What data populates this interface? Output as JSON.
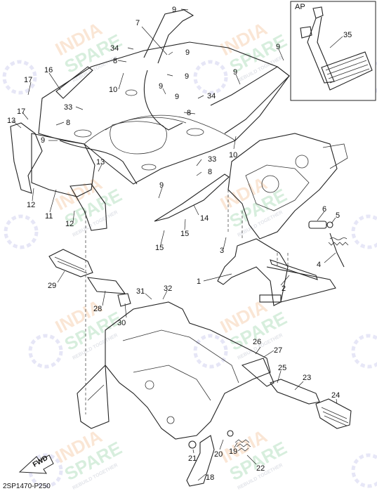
{
  "diagram": {
    "code": "2SP1470-P250",
    "inset_label": "AP",
    "fwd_label": "FWD",
    "watermark": {
      "line1": "INDIA",
      "line2": "SPARE",
      "tagline": "REBUILD TOGETHER"
    }
  },
  "callouts": [
    {
      "id": "c9a",
      "text": "9"
    },
    {
      "id": "c7",
      "text": "7"
    },
    {
      "id": "c34a",
      "text": "34"
    },
    {
      "id": "c9b",
      "text": "9"
    },
    {
      "id": "c8a",
      "text": "8"
    },
    {
      "id": "c9c",
      "text": "9"
    },
    {
      "id": "c16",
      "text": "16"
    },
    {
      "id": "c17a",
      "text": "17"
    },
    {
      "id": "c10a",
      "text": "10"
    },
    {
      "id": "c9d",
      "text": "9"
    },
    {
      "id": "c9e",
      "text": "9"
    },
    {
      "id": "c33a",
      "text": "33"
    },
    {
      "id": "c17b",
      "text": "17"
    },
    {
      "id": "c13a",
      "text": "13"
    },
    {
      "id": "c8b",
      "text": "8"
    },
    {
      "id": "c9f",
      "text": "9"
    },
    {
      "id": "c9g",
      "text": "9"
    },
    {
      "id": "c34b",
      "text": "34"
    },
    {
      "id": "c8c",
      "text": "8"
    },
    {
      "id": "c9h",
      "text": "9"
    },
    {
      "id": "c9i",
      "text": "9"
    },
    {
      "id": "c10b",
      "text": "10"
    },
    {
      "id": "c33b",
      "text": "33"
    },
    {
      "id": "c8d",
      "text": "8"
    },
    {
      "id": "c13b",
      "text": "13"
    },
    {
      "id": "c9j",
      "text": "9"
    },
    {
      "id": "c12a",
      "text": "12"
    },
    {
      "id": "c11",
      "text": "11"
    },
    {
      "id": "c12b",
      "text": "12"
    },
    {
      "id": "c14",
      "text": "14"
    },
    {
      "id": "c15a",
      "text": "15"
    },
    {
      "id": "c15b",
      "text": "15"
    },
    {
      "id": "c6",
      "text": "6"
    },
    {
      "id": "c5",
      "text": "5"
    },
    {
      "id": "c3",
      "text": "3"
    },
    {
      "id": "c4",
      "text": "4"
    },
    {
      "id": "c29",
      "text": "29"
    },
    {
      "id": "c1",
      "text": "1"
    },
    {
      "id": "c2",
      "text": "2"
    },
    {
      "id": "c31",
      "text": "31"
    },
    {
      "id": "c32",
      "text": "32"
    },
    {
      "id": "c28",
      "text": "28"
    },
    {
      "id": "c30",
      "text": "30"
    },
    {
      "id": "c26",
      "text": "26"
    },
    {
      "id": "c27",
      "text": "27"
    },
    {
      "id": "c25",
      "text": "25"
    },
    {
      "id": "c23",
      "text": "23"
    },
    {
      "id": "c24",
      "text": "24"
    },
    {
      "id": "c21",
      "text": "21"
    },
    {
      "id": "c20",
      "text": "20"
    },
    {
      "id": "c19",
      "text": "19"
    },
    {
      "id": "c22",
      "text": "22"
    },
    {
      "id": "c18",
      "text": "18"
    },
    {
      "id": "c35",
      "text": "35"
    }
  ]
}
